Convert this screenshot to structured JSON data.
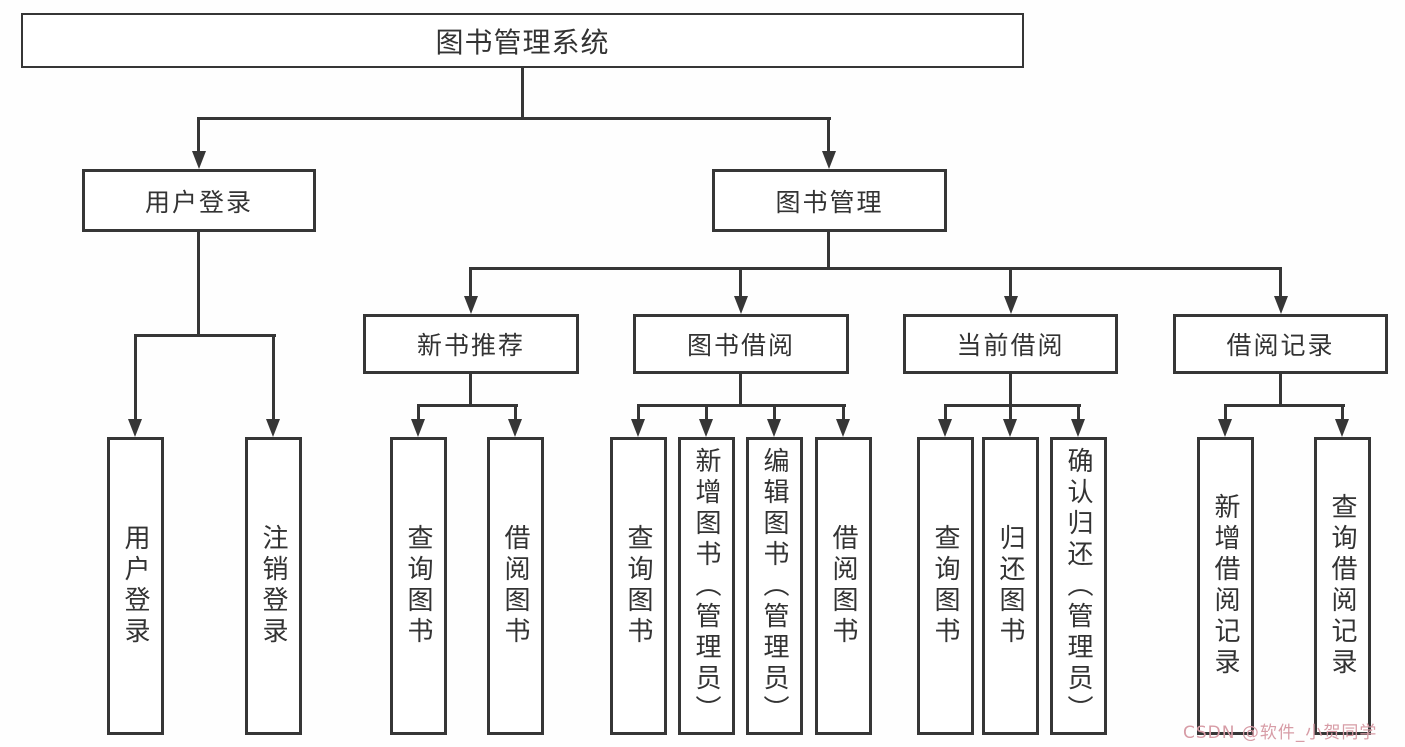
{
  "diagram_title": "图书管理系统",
  "colors": {
    "line": "#363636",
    "box_border": "#363636",
    "box_fill": "#ffffff",
    "text": "#333333",
    "watermark": "#d79ca6",
    "background": "#fefefe"
  },
  "tree": {
    "root": {
      "label": "图书管理系统"
    },
    "branches": [
      {
        "label": "用户登录",
        "children": [
          {
            "label": "用户登录"
          },
          {
            "label": "注销登录"
          }
        ]
      },
      {
        "label": "图书管理",
        "children": [
          {
            "label": "新书推荐",
            "children": [
              {
                "label": "查询图书"
              },
              {
                "label": "借阅图书"
              }
            ]
          },
          {
            "label": "图书借阅",
            "children": [
              {
                "label": "查询图书"
              },
              {
                "label": "新增图书（管理员）"
              },
              {
                "label": "编辑图书（管理员）"
              },
              {
                "label": "借阅图书"
              }
            ]
          },
          {
            "label": "当前借阅",
            "children": [
              {
                "label": "查询图书"
              },
              {
                "label": "归还图书"
              },
              {
                "label": "确认归还（管理员）"
              }
            ]
          },
          {
            "label": "借阅记录",
            "children": [
              {
                "label": "新增借阅记录"
              },
              {
                "label": "查询借阅记录"
              }
            ]
          }
        ]
      }
    ]
  },
  "watermark": {
    "text": "CSDN @软件_小贺同学"
  }
}
